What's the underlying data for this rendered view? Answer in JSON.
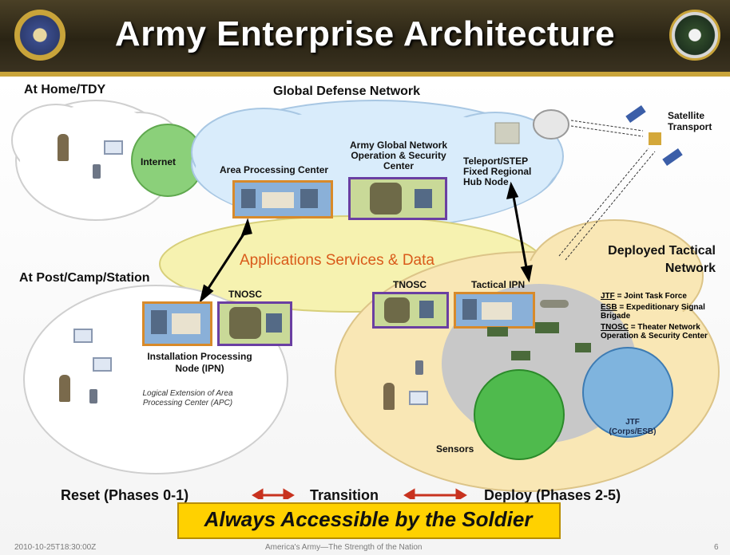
{
  "title": "Army Enterprise Architecture",
  "regions": {
    "home": "At Home/TDY",
    "gdn": "Global Defense Network",
    "satellite": "Satellite Transport",
    "internet": "Internet",
    "apc": "Area Processing Center",
    "agnosc": "Army Global Network Operation & Security Center",
    "teleport": "Teleport/STEP Fixed Regional Hub Node",
    "apps": "Applications Services & Data",
    "deployed": "Deployed Tactical Network",
    "post": "At Post/Camp/Station",
    "tnosc_post": "TNOSC",
    "tnosc_dep": "TNOSC",
    "tactical_ipn": "Tactical IPN",
    "ipn": "Installation Processing Node (IPN)",
    "logical": "Logical Extension of Area Processing Center (APC)",
    "sensors": "Sensors",
    "jtf": "JTF (Corps/ESB)"
  },
  "legend": [
    {
      "abbr": "JTF",
      "text": "= Joint Task Force"
    },
    {
      "abbr": "ESB",
      "text": "= Expeditionary Signal Brigade"
    },
    {
      "abbr": "TNOSC",
      "text": "= Theater Network Operation & Security Center"
    }
  ],
  "phases": {
    "reset": "Reset (Phases 0-1)",
    "transition": "Transition",
    "deploy": "Deploy (Phases 2-5)"
  },
  "banner": "Always Accessible by the Soldier",
  "footer": {
    "date": "2010-10-25T18:30:00Z",
    "motto": "America's Army—The Strength of the Nation",
    "page": "6"
  },
  "colors": {
    "cloud_blue": "#d9ecfb",
    "cloud_green": "#8bd07a",
    "cloud_yellow": "#f6f2b0",
    "cloud_tan": "#f9e7b5",
    "accent_purple": "#6a3fa2",
    "accent_orange": "#d88a2a",
    "banner_yellow": "#ffd100",
    "apps_text": "#d95a1a",
    "arrow_red": "#c8321f"
  }
}
